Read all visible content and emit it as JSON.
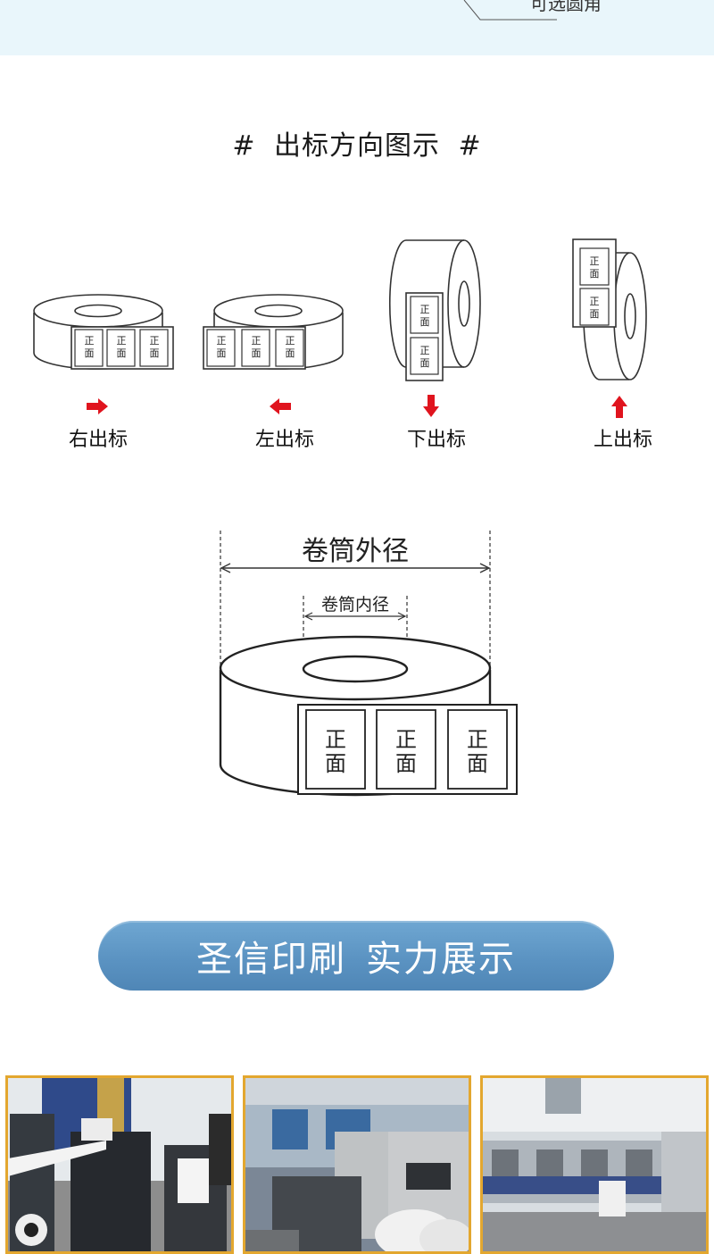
{
  "top_band": {
    "cut_text": "可选圆角"
  },
  "orientation_section": {
    "title_hash_left": "#",
    "title": "出标方向图示",
    "title_hash_right": "#",
    "label_face_line1": "正",
    "label_face_line2": "面",
    "directions": [
      {
        "label": "右出标",
        "arrow": "arrow-right-icon"
      },
      {
        "label": "左出标",
        "arrow": "arrow-left-icon"
      },
      {
        "label": "下出标",
        "arrow": "arrow-down-icon"
      },
      {
        "label": "上出标",
        "arrow": "arrow-up-icon"
      }
    ],
    "arrow_color": "#e0141e"
  },
  "roll_size": {
    "outer_diameter_label": "卷筒外径",
    "inner_diameter_label": "卷筒内径"
  },
  "banner": {
    "part1": "圣信印刷",
    "part2": "实力展示",
    "color": "#5b93c2"
  },
  "photos": [
    {
      "name": "digital-label-press-photo"
    },
    {
      "name": "offset-printing-machine-photo"
    },
    {
      "name": "flexo-printing-line-photo"
    }
  ],
  "photo_border_color": "#e3a72f"
}
